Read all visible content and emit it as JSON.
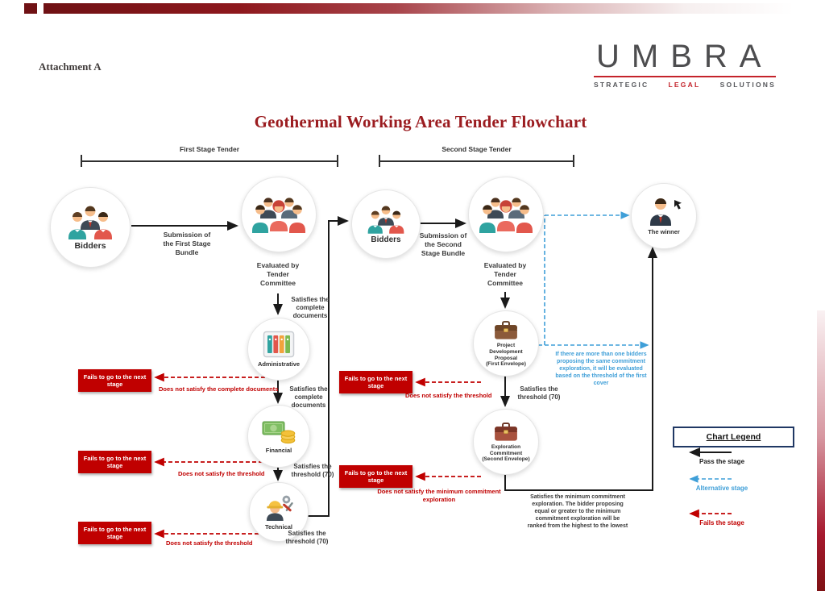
{
  "page": {
    "attachment_label": "Attachment A",
    "title": "Geothermal Working Area Tender Flowchart"
  },
  "logo": {
    "brand": "UMBRA",
    "tagline": [
      "STRATEGIC",
      "LEGAL",
      "SOLUTIONS"
    ]
  },
  "stages": {
    "first": "First Stage Tender",
    "second": "Second Stage Tender"
  },
  "nodes": {
    "bidders1": "Bidders",
    "bidders2": "Bidders",
    "committee1": "Evaluated by\nTender\nCommittee",
    "committee2": "Evaluated by\nTender\nCommittee",
    "administrative": "Administrative",
    "financial": "Financial",
    "technical": "Technical",
    "proposal": "Project\nDevelopment\nProposal\n(First Envelope)",
    "exploration": "Exploration\nCommitment\n(Second Envelope)",
    "winner": "The winner"
  },
  "edges": {
    "submission_first": "Submission of\nthe First Stage\nBundle",
    "submission_second": "Submission of\nthe Second\nStage Bundle",
    "satisfies_complete_docs_1": "Satisfies the\ncomplete\ndocuments",
    "satisfies_complete_docs_2": "Satisfies the\ncomplete\ndocuments",
    "satisfies_threshold_1": "Satisfies the\nthreshold (70)",
    "satisfies_threshold_2": "Satisfies the\nthreshold (70)",
    "satisfies_threshold_3": "Satisfies the\nthreshold (70)",
    "fails_stage": "Fails to go to the next stage",
    "not_satisfy_docs": "Does not satisfy the complete documents",
    "not_satisfy_threshold": "Does not satisfy the threshold",
    "not_satisfy_min": "Does not satisfy the minimum  commitment exploration",
    "satisfies_min": "Satisfies the minimum commitment exploration. The bidder proposing equal or greater to the minimum  commitment exploration will be ranked from the highest to the lowest",
    "tie_note": "If there are more than one bidders proposing the same commitment  exploration, it will be evaluated based on the threshold of the first cover"
  },
  "legend": {
    "title": "Chart Legend",
    "items": [
      {
        "label": "Pass the stage",
        "style": "solid-black"
      },
      {
        "label": "Alternative stage",
        "style": "dashed-blue"
      },
      {
        "label": "Fails the stage",
        "style": "dashed-red"
      }
    ]
  },
  "colors": {
    "accent_red": "#A6192E",
    "fail_red": "#C00000",
    "alt_blue": "#3F9FD8",
    "title_maroon": "#9B1C20",
    "legend_navy": "#203864",
    "logo_red": "#C4232B"
  },
  "icons": {
    "bidders": "people-group-icon",
    "committee": "committee-group-icon",
    "administrative": "binders-icon",
    "financial": "cash-coins-icon",
    "technical": "engineer-icon",
    "proposal": "briefcase-icon",
    "exploration": "briefcase-icon",
    "winner": "businessman-icon",
    "winner_cursor": "cursor-icon"
  }
}
